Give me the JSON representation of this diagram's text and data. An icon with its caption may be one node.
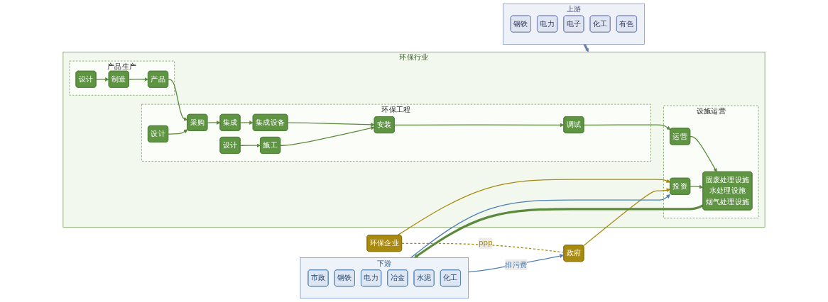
{
  "diagram": {
    "nodes": [
      {
        "text": [
          "上游"
        ]
      },
      {
        "text": [
          "钢铁"
        ],
        "in": 0
      },
      {
        "text": [
          "电力"
        ],
        "in": 0
      },
      {
        "text": [
          "电子"
        ],
        "in": 0
      },
      {
        "text": [
          "化工"
        ],
        "in": 0
      },
      {
        "text": [
          "有色"
        ],
        "in": 0
      },
      {
        "text": [
          "环保行业"
        ]
      },
      {
        "text": [
          "产品生产"
        ],
        "in": 6
      },
      {
        "text": [
          "设计"
        ],
        "in": 7
      },
      {
        "text": [
          "制造"
        ],
        "in": 7
      },
      {
        "text": [
          "产品"
        ],
        "in": 7
      },
      {
        "text": [
          "环保工程"
        ],
        "in": 6
      },
      {
        "text": [
          "设计"
        ],
        "in": 11
      },
      {
        "text": [
          "采购"
        ],
        "in": 11
      },
      {
        "text": [
          "集成"
        ],
        "in": 11
      },
      {
        "text": [
          "集成设备"
        ],
        "in": 11
      },
      {
        "text": [
          "调试"
        ],
        "in": 11
      },
      {
        "text": [
          "安装"
        ],
        "in": 11
      },
      {
        "text": [
          "施工"
        ],
        "in": 11
      },
      {
        "text": [
          "设计"
        ],
        "in": 11
      },
      {
        "text": [
          "设施运营"
        ],
        "in": 6
      },
      {
        "text": [
          "运营"
        ],
        "in": 20
      },
      {
        "text": [
          "固废处理设施",
          "水处理设施",
          "烟气处理设施"
        ],
        "in": 20
      },
      {
        "text": [
          "投资"
        ],
        "in": 20
      },
      {
        "text": [
          "下游"
        ]
      },
      {
        "text": [
          "市政"
        ],
        "in": 24
      },
      {
        "text": [
          "钢铁"
        ],
        "in": 24
      },
      {
        "text": [
          "电力"
        ],
        "in": 24
      },
      {
        "text": [
          "冶金"
        ],
        "in": 24
      },
      {
        "text": [
          "水泥"
        ],
        "in": 24
      },
      {
        "text": [
          "化工"
        ],
        "in": 24
      },
      {
        "text": [
          "环保企业"
        ]
      },
      {
        "text": [
          "政府"
        ]
      }
    ],
    "edges": [
      {
        "from": 0,
        "to": 6,
        "arrow": "to",
        "style": "thick",
        "color": "#6f7fb0"
      },
      {
        "from": 8,
        "to": 9,
        "arrow": "to"
      },
      {
        "from": 9,
        "to": 10,
        "arrow": "to"
      },
      {
        "from": 10,
        "to": 13,
        "arrow": "to"
      },
      {
        "from": 12,
        "to": 13,
        "arrow": "to"
      },
      {
        "from": 13,
        "to": 14,
        "arrow": "to"
      },
      {
        "from": 14,
        "to": 15,
        "arrow": "to"
      },
      {
        "from": 15,
        "to": 17,
        "arrow": "to"
      },
      {
        "from": 19,
        "to": 18,
        "arrow": "to"
      },
      {
        "from": 18,
        "to": 17,
        "arrow": "to"
      },
      {
        "from": 17,
        "to": 16,
        "arrow": "to"
      },
      {
        "from": 16,
        "to": 21,
        "arrow": "to"
      },
      {
        "from": 21,
        "to": 22,
        "arrow": "to"
      },
      {
        "from": 23,
        "to": 22,
        "arrow": "to"
      },
      {
        "from": 22,
        "to": 24,
        "arrow": "to",
        "style": "thick"
      },
      {
        "from": 24,
        "to": 23,
        "arrow": "to",
        "color": "#4f7fb5"
      },
      {
        "from": 24,
        "to": 32,
        "arrow": "to",
        "label": "排污费",
        "color": "#4f7fb5"
      },
      {
        "from": 31,
        "to": 23,
        "arrow": "to",
        "color": "#a88a10"
      },
      {
        "from": 32,
        "to": 23,
        "arrow": "to",
        "color": "#a88a10"
      },
      {
        "from": 31,
        "to": 32,
        "arrow": "none",
        "label": "ppp",
        "style": "dashed",
        "color": "#a88a10"
      }
    ]
  }
}
